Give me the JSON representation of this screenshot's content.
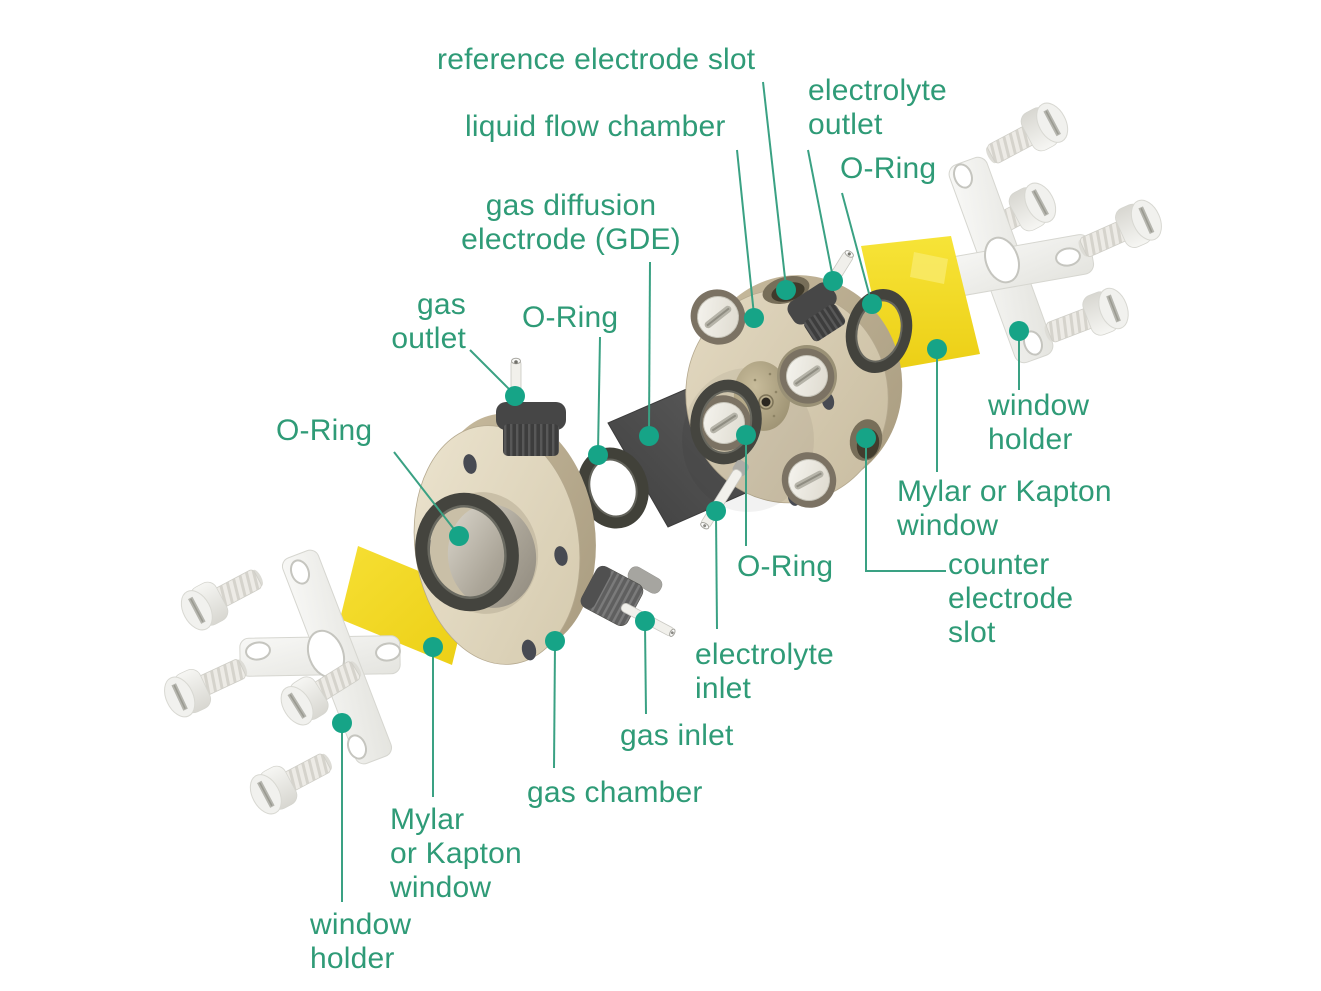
{
  "colors": {
    "label_green": "#2f9b77",
    "leader_green": "#3aa183",
    "dot_green": "#16a487",
    "body_beige": "#d8cdb2",
    "window_yellow": "#f2d626",
    "gde_gray": "#4e4e4e",
    "oring_gray": "#45453f",
    "hardware_white": "#efefec",
    "background": "#ffffff"
  },
  "labels": {
    "reference_electrode_slot": "reference electrode slot",
    "liquid_flow_chamber": "liquid flow chamber",
    "electrolyte_outlet": "electrolyte\noutlet",
    "oring_upper_right": "O-Ring",
    "gas_diffusion_electrode": "gas diffusion\nelectrode (GDE)",
    "gas_outlet": "gas\noutlet",
    "oring_middle": "O-Ring",
    "oring_left": "O-Ring",
    "window_holder_right": "window\nholder",
    "mylar_window_right": "Mylar or Kapton\nwindow",
    "counter_electrode_slot": "counter\nelectrode\nslot",
    "oring_lower_center": "O-Ring",
    "electrolyte_inlet": "electrolyte\ninlet",
    "gas_inlet": "gas inlet",
    "gas_chamber": "gas chamber",
    "mylar_window_left": "Mylar\nor Kapton\nwindow",
    "window_holder_left": "window\nholder"
  }
}
